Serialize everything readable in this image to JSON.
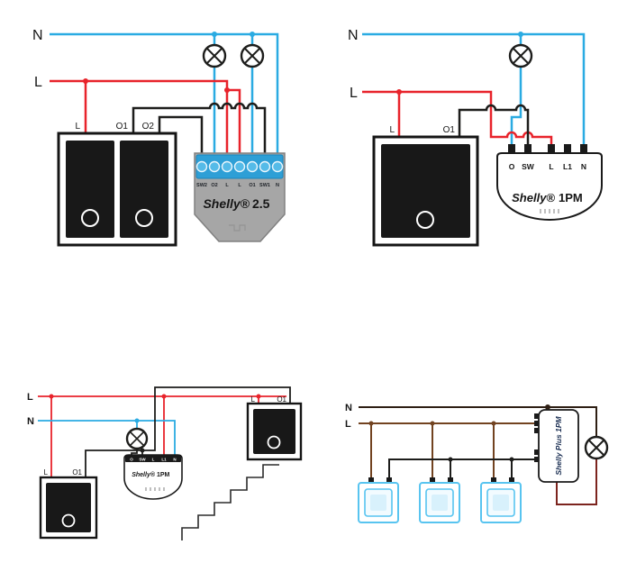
{
  "colors": {
    "wire-blue": "#2aabe2",
    "wire-red": "#e8232b",
    "wire-black": "#1d1d1b",
    "wire-brown": "#724320",
    "wire-darkbrown": "#2e1f14",
    "wire-maroon": "#7c241e",
    "switch-blue": "#58c4f0",
    "device-gray": "#a6a6a6",
    "device-gray-border": "#808080",
    "terminal-block-blue": "#2e9fd6",
    "label-dark": "#161616"
  },
  "diagram_shelly25": {
    "neutral_label": "N",
    "live_label": "L",
    "switch_terminals": [
      "L",
      "O1",
      "O2"
    ],
    "device_terminals": [
      "SW2",
      "O2",
      "L",
      "L",
      "O1",
      "SW1",
      "N"
    ],
    "device_brand": "Shelly®",
    "device_model": "2.5"
  },
  "diagram_shelly1pm": {
    "neutral_label": "N",
    "live_label": "L",
    "switch_terminals": [
      "L",
      "O1"
    ],
    "device_terminals": [
      "O",
      "SW",
      "L",
      "L1",
      "N"
    ],
    "device_brand": "Shelly®",
    "device_model": "1PM"
  },
  "diagram_staircase": {
    "live_label": "L",
    "neutral_label": "N",
    "upper_switch_terminals": [
      "L",
      "O1"
    ],
    "lower_switch_terminals": [
      "L",
      "O1"
    ],
    "device_terminals": [
      "O",
      "SW",
      "L",
      "L1",
      "N"
    ],
    "device_brand": "Shelly®",
    "device_model": "1PM"
  },
  "diagram_plus1pm": {
    "neutral_label": "N",
    "live_label": "L",
    "device_label": "Shelly Plus 1PM"
  }
}
